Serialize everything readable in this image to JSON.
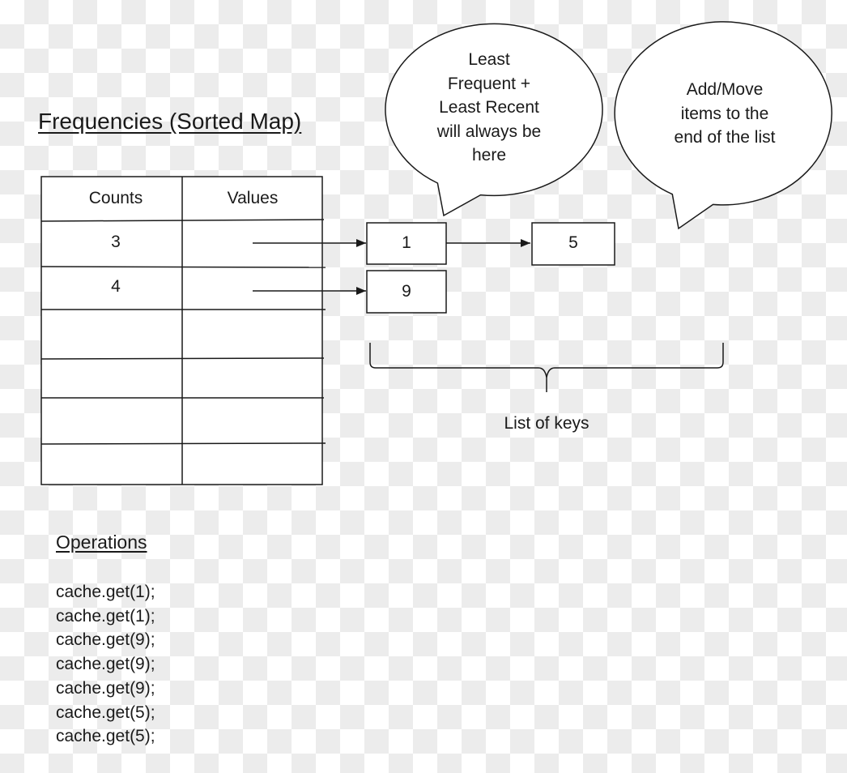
{
  "title": "Frequencies (Sorted Map)",
  "table": {
    "headers": {
      "counts": "Counts",
      "values": "Values"
    },
    "rows": [
      {
        "count": "3"
      },
      {
        "count": "4"
      },
      {
        "count": ""
      },
      {
        "count": ""
      },
      {
        "count": ""
      },
      {
        "count": ""
      }
    ]
  },
  "keys": {
    "k1": "1",
    "k5": "5",
    "k9": "9"
  },
  "bubbles": {
    "left_lines": [
      "Least",
      "Frequent +",
      "Least Recent",
      "will always be",
      "here"
    ],
    "right_lines": [
      "Add/Move",
      "items to the",
      "end of the list"
    ]
  },
  "list_label": "List of keys",
  "operations": {
    "title": "Operations",
    "items": [
      "cache.get(1);",
      "cache.get(1);",
      "cache.get(9);",
      "cache.get(9);",
      "cache.get(9);",
      "cache.get(5);",
      "cache.get(5);"
    ]
  },
  "colors": {
    "stroke": "#1a1a1a",
    "fill": "#ffffff"
  }
}
